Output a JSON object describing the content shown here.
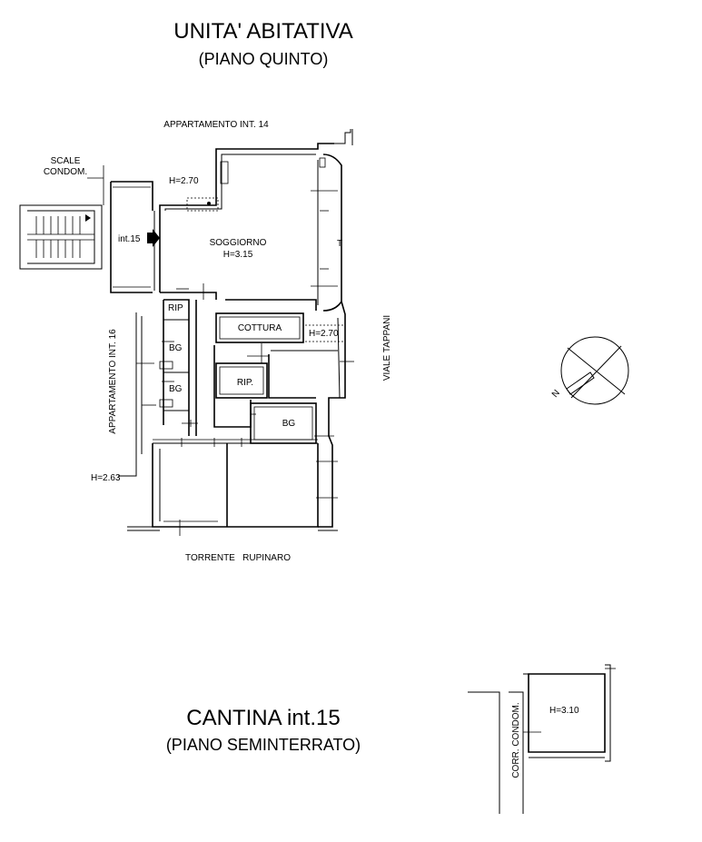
{
  "titles": {
    "main": "UNITA' ABITATIVA",
    "main_sub": "(PIANO QUINTO)",
    "cellar": "CANTINA int.15",
    "cellar_sub": "(PIANO SEMINTERRATO)"
  },
  "labels": {
    "north_neighbor": "APPARTAMENTO INT. 14",
    "west_neighbor": "APPARTAMENTO INT. 16",
    "stairs_line1": "SCALE",
    "stairs_line2": "CONDOM.",
    "entrance": "int.15",
    "street": "VIALE TAPPANI",
    "river": "TORRENTE   RUPINARO",
    "terrace": "T",
    "corridor": "CORR. CONDOM.",
    "north": "N"
  },
  "rooms": {
    "living_name": "SOGGIORNO",
    "living_height": "H=3.15",
    "kitchen": "COTTURA",
    "storage_small": "RIP",
    "storage": "RIP.",
    "bath1": "BG",
    "bath2": "BG",
    "bath3": "BG"
  },
  "heights": {
    "loft": "H=2.70",
    "kitchen_side": "H=2.70",
    "west_wing": "H=2.63",
    "cellar": "H=3.10"
  }
}
